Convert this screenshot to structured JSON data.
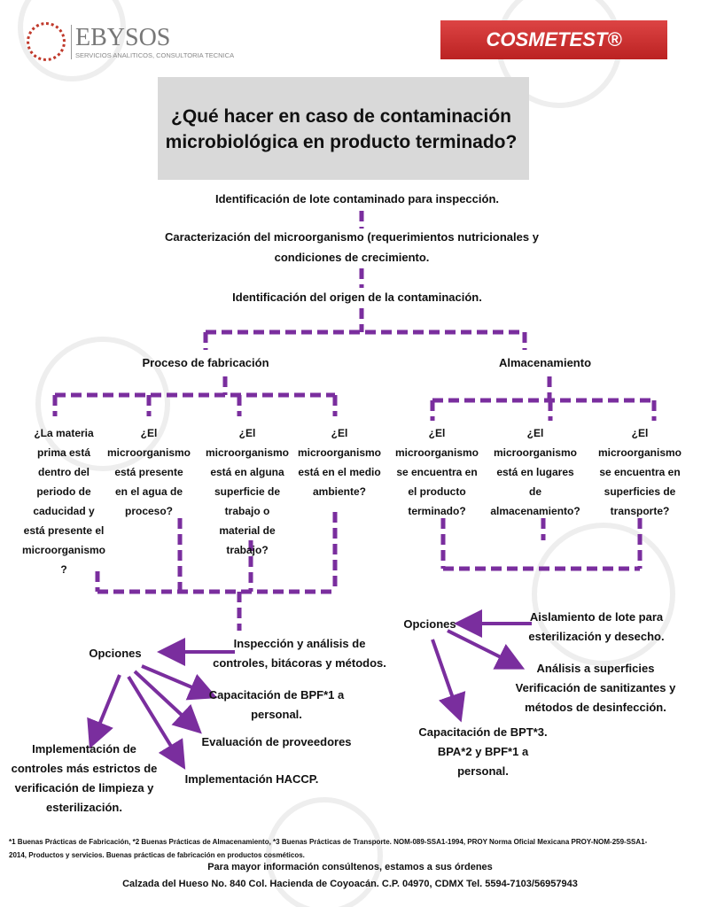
{
  "header": {
    "logo_left": "EBYSOS",
    "logo_left_sub": "SERVICIOS ANALITICOS, CONSULTORIA TECNICA",
    "logo_right": "COSMETEST®"
  },
  "title": [
    "¿Qué hacer en caso de contaminación",
    "microbiológica en producto terminado?"
  ],
  "steps": {
    "s1": "Identificación de lote contaminado para inspección.",
    "s2a": "Caracterización del microorganismo (requerimientos nutricionales y",
    "s2b": "condiciones de crecimiento.",
    "s3": "Identificación del origen de la contaminación."
  },
  "branches": {
    "left": "Proceso de fabricación",
    "right": "Almacenamiento"
  },
  "questions": [
    [
      "¿La materia",
      "prima está",
      "dentro del",
      "periodo de",
      "caducidad   y",
      "está presente el",
      "microorganismo",
      "?"
    ],
    [
      "¿El",
      "microorganismo",
      "está presente",
      "en el agua de",
      "proceso?"
    ],
    [
      "¿El",
      "microorganismo",
      "está en alguna",
      "superficie de",
      "trabajo o",
      "material de",
      "trabajo?"
    ],
    [
      "¿El",
      "microorganismo",
      "está en el medio",
      "ambiente?"
    ],
    [
      "¿El",
      "microorganismo",
      "se encuentra en",
      "el producto",
      "terminado?"
    ],
    [
      "¿El",
      "microorganismo",
      "está en lugares",
      "de",
      "almacenamiento?"
    ],
    [
      "¿El",
      "microorganismo",
      "se encuentra en",
      "superficies de",
      "transporte?"
    ]
  ],
  "left_actions": {
    "inspection": [
      "Inspección y análisis de",
      "controles, bitácoras y métodos."
    ],
    "options": "Opciones",
    "training": [
      "Capacitación de BPF*1  a",
      "personal."
    ],
    "suppliers": "Evaluación de proveedores",
    "haccp": "Implementación HACCP.",
    "controls": [
      "Implementación de",
      "controles más estrictos de",
      "verificación de limpieza y",
      "esterilización."
    ]
  },
  "right_actions": {
    "isolation": [
      "Aislamiento de lote para",
      "esterilización y desecho."
    ],
    "options": "Opciones",
    "analysis": [
      "Análisis a  superficies",
      "Verificación de sanitizantes y",
      "métodos de desinfección."
    ],
    "training": [
      "Capacitación de BPT*3.",
      "BPA*2 y BPF*1  a",
      "personal."
    ]
  },
  "footer": {
    "notes1": "*1 Buenas Prácticas de Fabricación, *2 Buenas Prácticas de Almacenamiento, *3 Buenas Prácticas de Transporte. NOM-089-SSA1-1994, PROY Norma Oficial Mexicana PROY-NOM-259-SSA1-",
    "notes2": "2014, Productos y servicios. Buenas prácticas de fabricación en productos cosméticos.",
    "contact": "Para mayor información consúltenos, estamos a sus órdenes",
    "address": "Calzada del Hueso No. 840 Col. Hacienda de Coyoacán. C.P. 04970, CDMX Tel. 5594-7103/56957943"
  },
  "colors": {
    "connector": "#7a2e9e",
    "title_bg": "#d9d9d9",
    "brand_red": "#c83232"
  }
}
